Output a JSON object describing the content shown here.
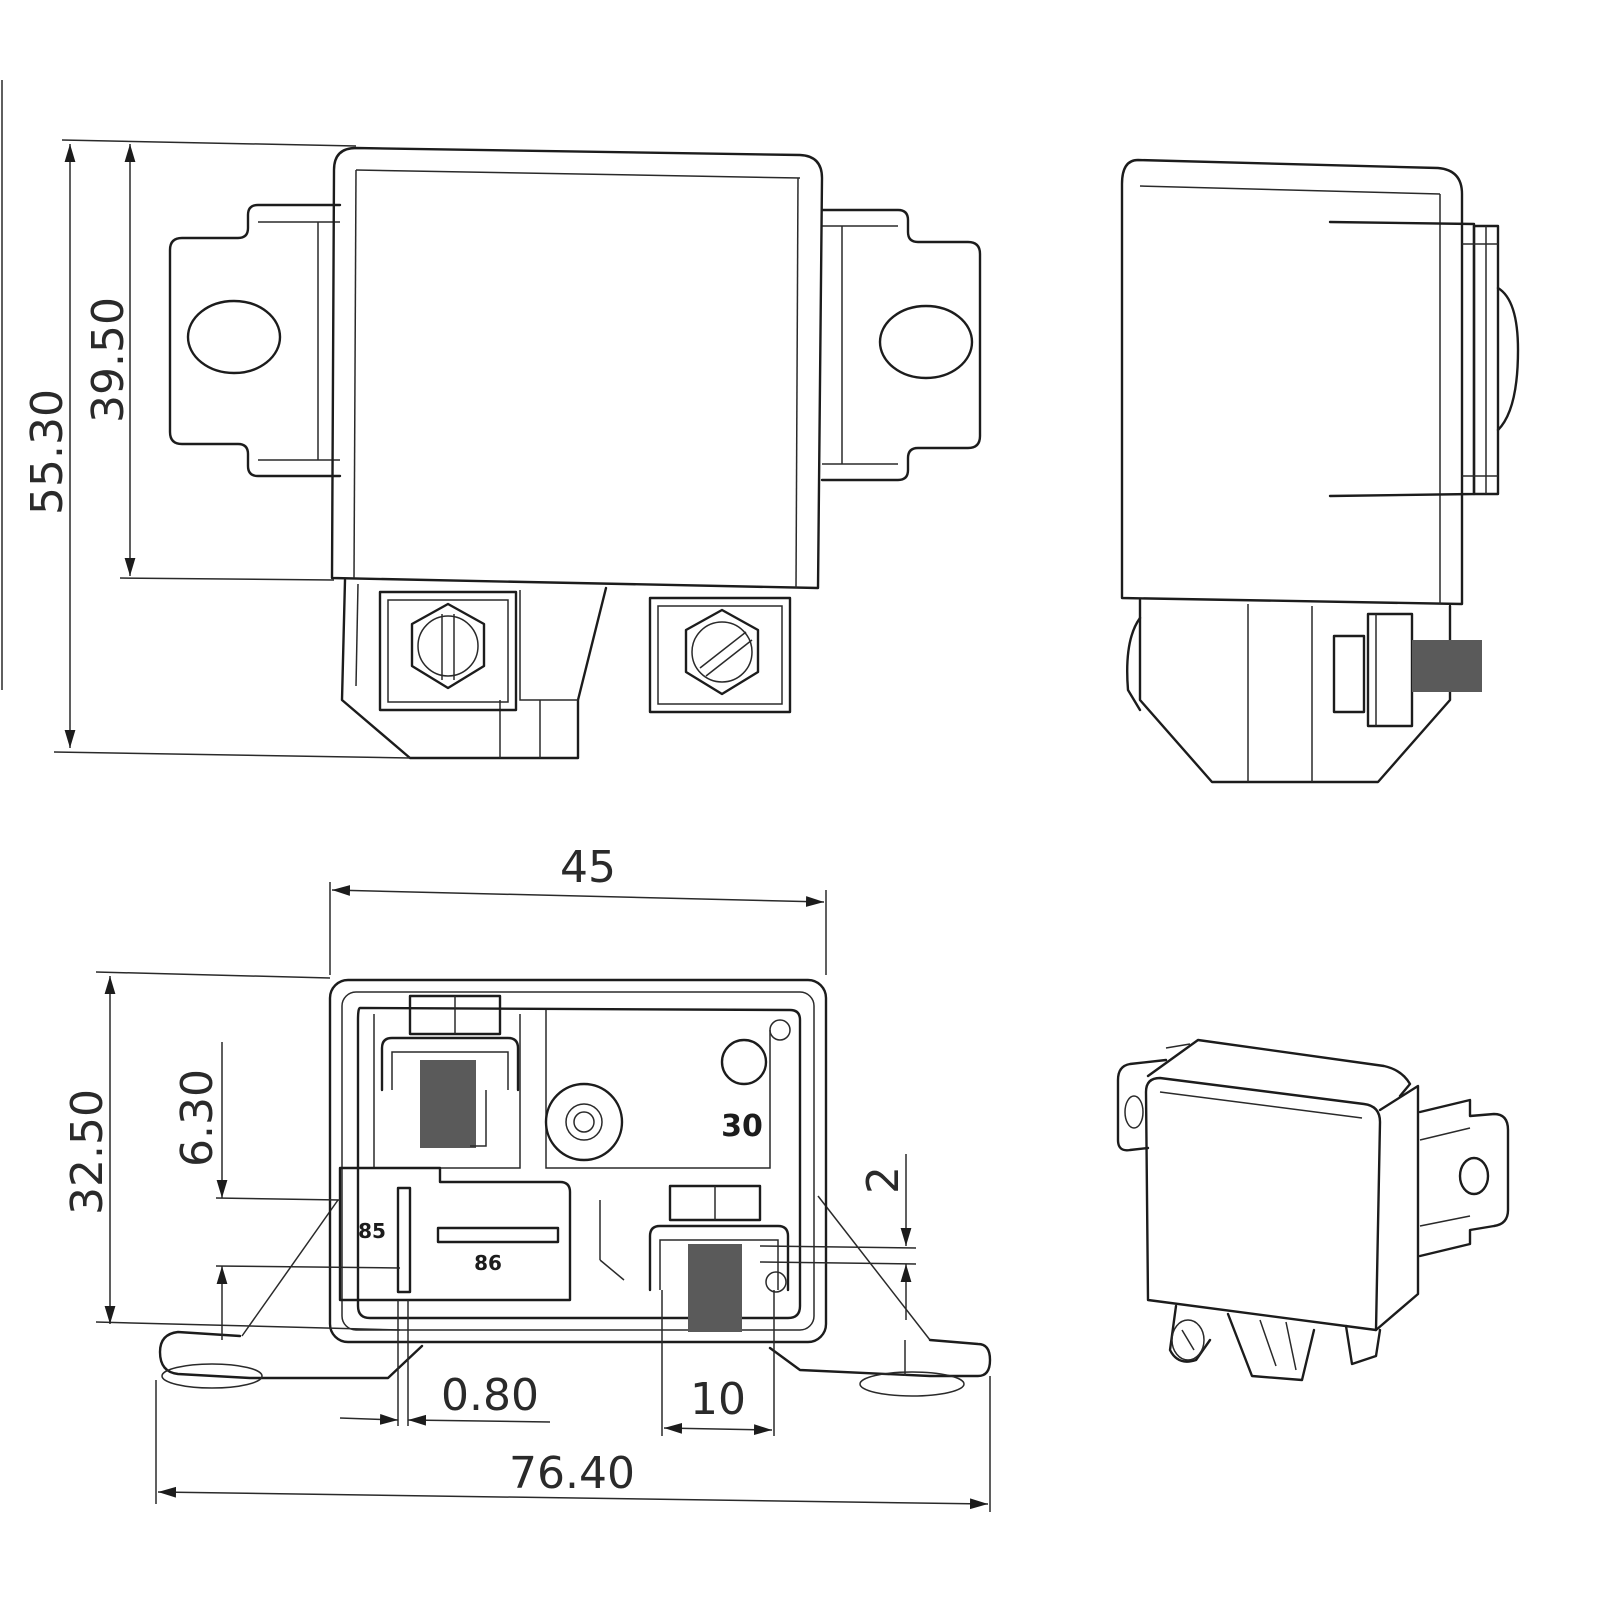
{
  "dimensions": {
    "overall_height": "55.30",
    "body_height": "39.50",
    "body_width": "45",
    "base_height": "32.50",
    "terminal_offset": "6.30",
    "terminal_gap": "2",
    "tab_thickness": "0.80",
    "terminal_width": "10",
    "overall_width": "76.40"
  },
  "terminals": {
    "t30": "30",
    "t85": "85",
    "t86": "86"
  }
}
